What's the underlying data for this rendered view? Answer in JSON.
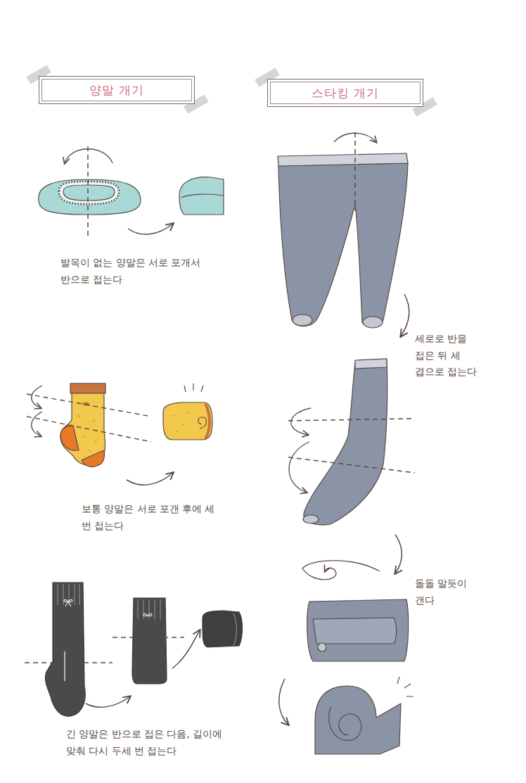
{
  "diagram": {
    "nodes": [
      {
        "text": [
          "양말 개기"
        ]
      },
      {
        "text": [
          "스타킹 개기"
        ]
      }
    ],
    "labels": [
      "발목이 없는 양말은 서로 포개서 반으로 접는다",
      "보통 양말은 서로 포갠 후에 세 번 접는다",
      "긴 양말은 반으로 접은 다음, 길이에 맞춰 다시 두세 번 접는다",
      "세로로 반을 접은 뒤 세 겹으로 접는다",
      "돌돌 말듯이 갠다"
    ]
  }
}
